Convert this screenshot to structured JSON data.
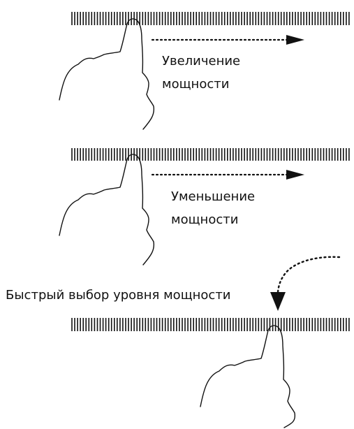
{
  "panels": [
    {
      "id": "increase",
      "lines": [
        "Увеличение",
        "мощности"
      ]
    },
    {
      "id": "decrease",
      "lines": [
        "Уменьшение",
        "мощности"
      ]
    }
  ],
  "quick_select": {
    "label": "Быстрый выбор уровня мощности"
  },
  "colors": {
    "stroke": "#111111",
    "background": "#ffffff"
  },
  "icons": [
    "hand-pointer-icon",
    "arrow-right-icon",
    "arrow-down-icon",
    "tick-scale"
  ]
}
